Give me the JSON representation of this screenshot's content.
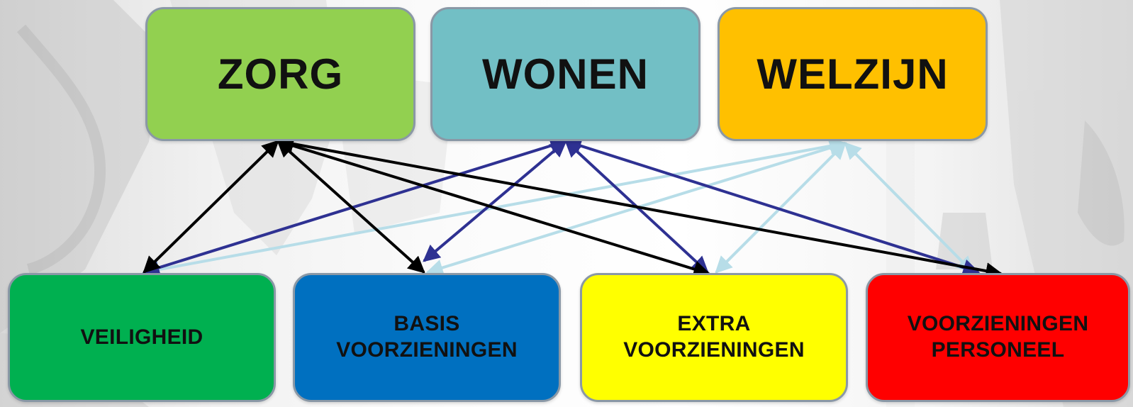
{
  "top_boxes": [
    {
      "label": "ZORG",
      "color": "#92d050"
    },
    {
      "label": "WONEN",
      "color": "#72bfc5"
    },
    {
      "label": "WELZIJN",
      "color": "#ffc000"
    }
  ],
  "bottom_boxes": [
    {
      "line1": "VEILIGHEID",
      "line2": "",
      "color": "#00b050"
    },
    {
      "line1": "BASIS",
      "line2": "VOORZIENINGEN",
      "color": "#0070c0"
    },
    {
      "line1": "EXTRA",
      "line2": "VOORZIENINGEN",
      "color": "#ffff00"
    },
    {
      "line1": "VOORZIENINGEN",
      "line2": "PERSONEEL",
      "color": "#ff0000"
    }
  ],
  "connections": [
    {
      "from": "ZORG",
      "to": "VEILIGHEID",
      "color": "#000000"
    },
    {
      "from": "ZORG",
      "to": "BASIS VOORZIENINGEN",
      "color": "#000000"
    },
    {
      "from": "ZORG",
      "to": "EXTRA VOORZIENINGEN",
      "color": "#000000"
    },
    {
      "from": "ZORG",
      "to": "VOORZIENINGEN PERSONEEL",
      "color": "#000000"
    },
    {
      "from": "WONEN",
      "to": "VEILIGHEID",
      "color": "#2e3192"
    },
    {
      "from": "WONEN",
      "to": "BASIS VOORZIENINGEN",
      "color": "#2e3192"
    },
    {
      "from": "WONEN",
      "to": "EXTRA VOORZIENINGEN",
      "color": "#2e3192"
    },
    {
      "from": "WONEN",
      "to": "VOORZIENINGEN PERSONEEL",
      "color": "#2e3192"
    },
    {
      "from": "WELZIJN",
      "to": "VEILIGHEID",
      "color": "#b7dde8"
    },
    {
      "from": "WELZIJN",
      "to": "BASIS VOORZIENINGEN",
      "color": "#b7dde8"
    },
    {
      "from": "WELZIJN",
      "to": "EXTRA VOORZIENINGEN",
      "color": "#b7dde8"
    },
    {
      "from": "WELZIJN",
      "to": "VOORZIENINGEN PERSONEEL",
      "color": "#b7dde8"
    }
  ]
}
